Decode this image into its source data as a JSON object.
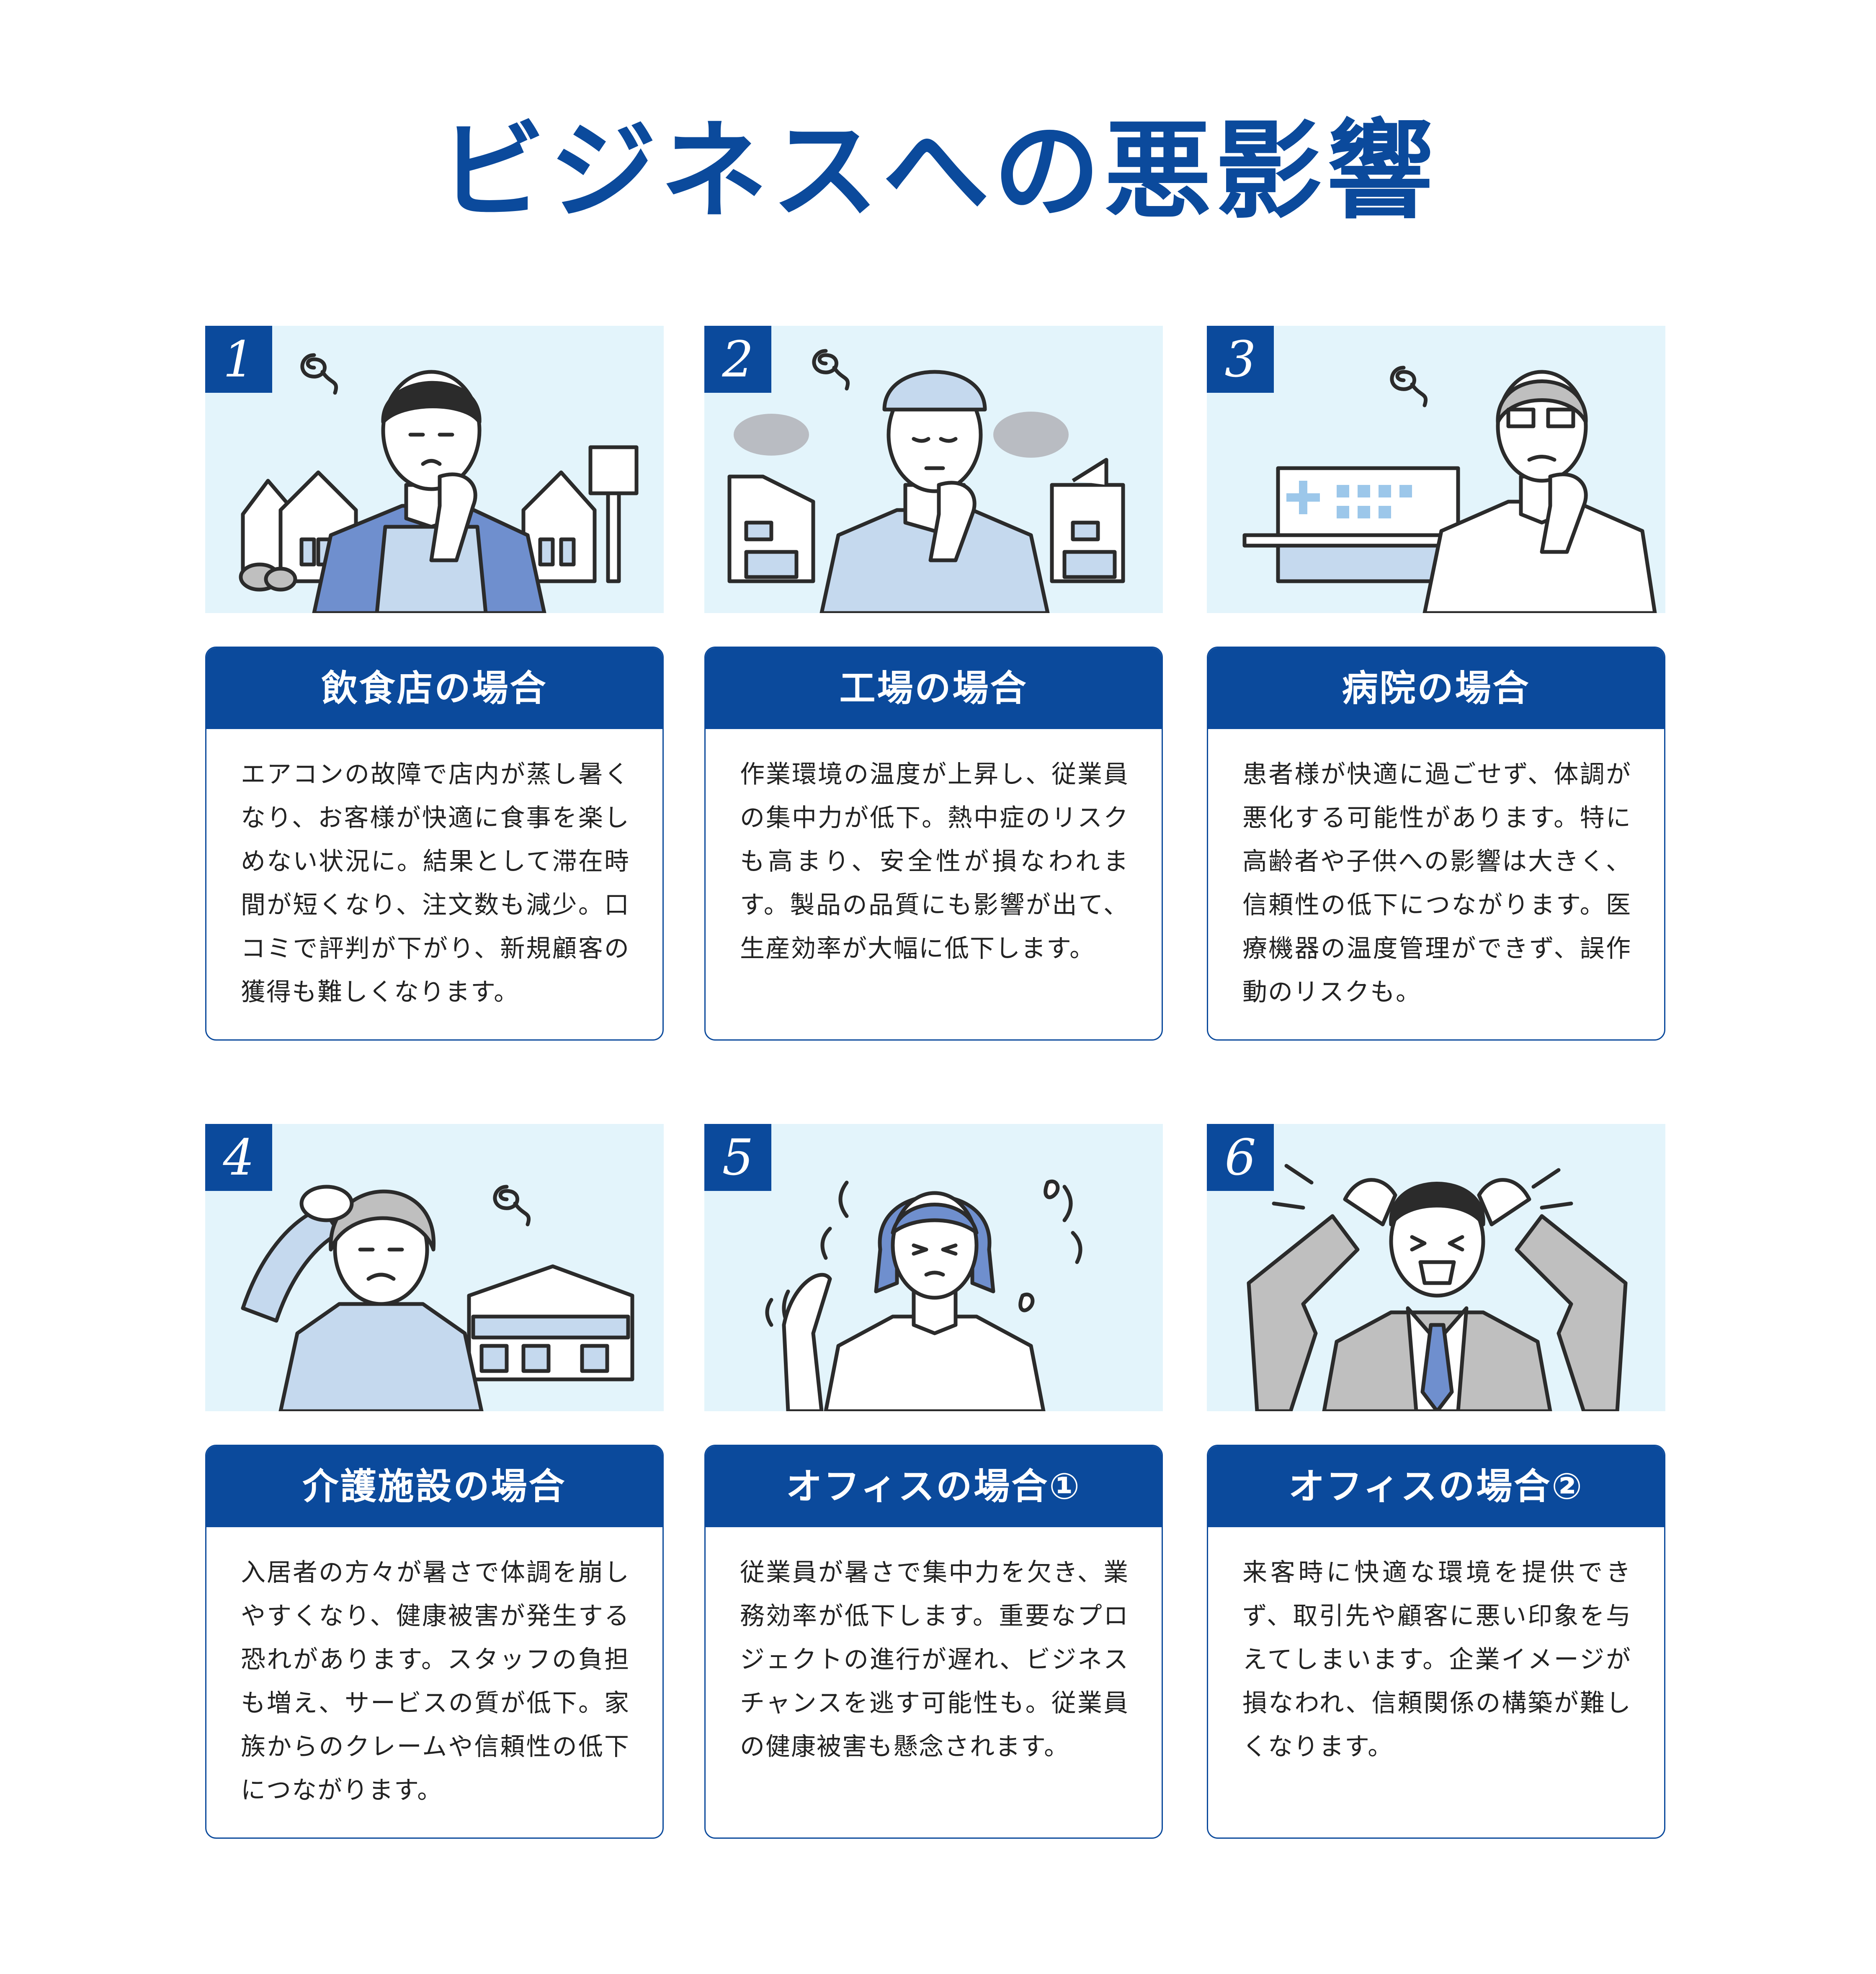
{
  "title": "ビジネスへの悪影響",
  "cards": [
    {
      "number": "1",
      "heading": "飲食店の場合",
      "body": "エアコンの故障で店内が蒸し暑くなり、お客様が快適に食事を楽しめない状況に。結果として滞在時間が短くなり、注文数も減少。口コミで評判が下がり、新規顧客の獲得も難しくなります。",
      "illustration": "worried-restaurant-owner"
    },
    {
      "number": "2",
      "heading": "工場の場合",
      "body": "作業環境の温度が上昇し、従業員の集中力が低下。熱中症のリスクも高まり、安全性が損なわれます。製品の品質にも影響が出て、生産効率が大幅に低下します。",
      "illustration": "tired-factory-worker"
    },
    {
      "number": "3",
      "heading": "病院の場合",
      "body": "患者様が快適に過ごせず、体調が悪化する可能性があります。特に高齢者や子供への影響は大きく、信頼性の低下につながります。医療機器の温度管理ができず、誤作動のリスクも。",
      "illustration": "worried-doctor"
    },
    {
      "number": "4",
      "heading": "介護施設の場合",
      "body": "入居者の方々が暑さで体調を崩しやすくなり、健康被害が発生する恐れがあります。スタッフの負担も増え、サービスの質が低下。家族からのクレームや信頼性の低下につながります。",
      "illustration": "unwell-elderly-woman"
    },
    {
      "number": "5",
      "heading": "オフィスの場合①",
      "body": "従業員が暑さで集中力を欠き、業務効率が低下します。重要なプロジェクトの進行が遅れ、ビジネスチャンスを逃す可能性も。従業員の健康被害も懸念されます。",
      "illustration": "sweating-office-woman"
    },
    {
      "number": "6",
      "heading": "オフィスの場合②",
      "body": "来客時に快適な環境を提供できず、取引先や顧客に悪い印象を与えてしまいます。企業イメージが損なわれ、信頼関係の構築が難しくなります。",
      "illustration": "stressed-businessman"
    }
  ]
}
